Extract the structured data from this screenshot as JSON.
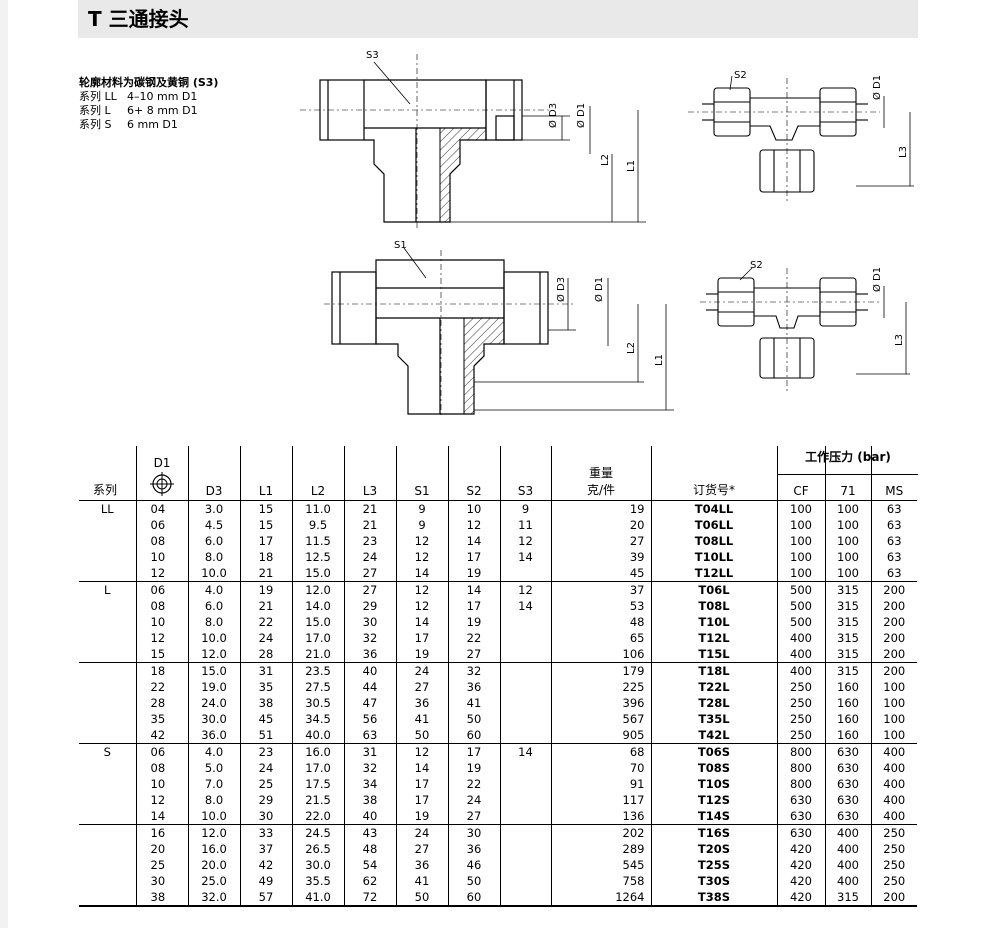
{
  "page": {
    "title": "T 三通接头"
  },
  "materials": {
    "title": "轮廓材料为碳钢及黄铜 (S3)",
    "rows": [
      {
        "series": "系列 LL",
        "range": "4–10 mm D1"
      },
      {
        "series": "系列 L",
        "range": "6+ 8 mm D1"
      },
      {
        "series": "系列 S",
        "range": "6 mm D1"
      }
    ]
  },
  "drawings": {
    "labels": {
      "s1": "S1",
      "s2": "S2",
      "s3": "S3",
      "d1": "Ø D1",
      "d3": "Ø D3",
      "l1": "L1",
      "l2": "L2",
      "l3": "L3"
    }
  },
  "table": {
    "pressure_header": "工作压力 (bar)",
    "headers": {
      "series": "系列",
      "d1": "D1",
      "d3": "D3",
      "l1": "L1",
      "l2": "L2",
      "l3": "L3",
      "s1": "S1",
      "s2": "S2",
      "s3": "S3",
      "weight_top": "重量",
      "weight_bottom": "克/件",
      "order": "订货号*",
      "cf": "CF",
      "p71": "71",
      "ms": "MS"
    },
    "groups": [
      {
        "series": "LL",
        "rows": [
          [
            "04",
            "3.0",
            "15",
            "11.0",
            "21",
            "9",
            "10",
            "9",
            "19",
            "T04LL",
            "100",
            "100",
            "63"
          ],
          [
            "06",
            "4.5",
            "15",
            "9.5",
            "21",
            "9",
            "12",
            "11",
            "20",
            "T06LL",
            "100",
            "100",
            "63"
          ],
          [
            "08",
            "6.0",
            "17",
            "11.5",
            "23",
            "12",
            "14",
            "12",
            "27",
            "T08LL",
            "100",
            "100",
            "63"
          ],
          [
            "10",
            "8.0",
            "18",
            "12.5",
            "24",
            "12",
            "17",
            "14",
            "39",
            "T10LL",
            "100",
            "100",
            "63"
          ],
          [
            "12",
            "10.0",
            "21",
            "15.0",
            "27",
            "14",
            "19",
            "",
            "45",
            "T12LL",
            "100",
            "100",
            "63"
          ]
        ]
      },
      {
        "series": "L",
        "rows": [
          [
            "06",
            "4.0",
            "19",
            "12.0",
            "27",
            "12",
            "14",
            "12",
            "37",
            "T06L",
            "500",
            "315",
            "200"
          ],
          [
            "08",
            "6.0",
            "21",
            "14.0",
            "29",
            "12",
            "17",
            "14",
            "53",
            "T08L",
            "500",
            "315",
            "200"
          ],
          [
            "10",
            "8.0",
            "22",
            "15.0",
            "30",
            "14",
            "19",
            "",
            "48",
            "T10L",
            "500",
            "315",
            "200"
          ],
          [
            "12",
            "10.0",
            "24",
            "17.0",
            "32",
            "17",
            "22",
            "",
            "65",
            "T12L",
            "400",
            "315",
            "200"
          ],
          [
            "15",
            "12.0",
            "28",
            "21.0",
            "36",
            "19",
            "27",
            "",
            "106",
            "T15L",
            "400",
            "315",
            "200"
          ]
        ]
      },
      {
        "series": "",
        "rows": [
          [
            "18",
            "15.0",
            "31",
            "23.5",
            "40",
            "24",
            "32",
            "",
            "179",
            "T18L",
            "400",
            "315",
            "200"
          ],
          [
            "22",
            "19.0",
            "35",
            "27.5",
            "44",
            "27",
            "36",
            "",
            "225",
            "T22L",
            "250",
            "160",
            "100"
          ],
          [
            "28",
            "24.0",
            "38",
            "30.5",
            "47",
            "36",
            "41",
            "",
            "396",
            "T28L",
            "250",
            "160",
            "100"
          ],
          [
            "35",
            "30.0",
            "45",
            "34.5",
            "56",
            "41",
            "50",
            "",
            "567",
            "T35L",
            "250",
            "160",
            "100"
          ],
          [
            "42",
            "36.0",
            "51",
            "40.0",
            "63",
            "50",
            "60",
            "",
            "905",
            "T42L",
            "250",
            "160",
            "100"
          ]
        ]
      },
      {
        "series": "S",
        "rows": [
          [
            "06",
            "4.0",
            "23",
            "16.0",
            "31",
            "12",
            "17",
            "14",
            "68",
            "T06S",
            "800",
            "630",
            "400"
          ],
          [
            "08",
            "5.0",
            "24",
            "17.0",
            "32",
            "14",
            "19",
            "",
            "70",
            "T08S",
            "800",
            "630",
            "400"
          ],
          [
            "10",
            "7.0",
            "25",
            "17.5",
            "34",
            "17",
            "22",
            "",
            "91",
            "T10S",
            "800",
            "630",
            "400"
          ],
          [
            "12",
            "8.0",
            "29",
            "21.5",
            "38",
            "17",
            "24",
            "",
            "117",
            "T12S",
            "630",
            "630",
            "400"
          ],
          [
            "14",
            "10.0",
            "30",
            "22.0",
            "40",
            "19",
            "27",
            "",
            "136",
            "T14S",
            "630",
            "630",
            "400"
          ]
        ]
      },
      {
        "series": "",
        "rows": [
          [
            "16",
            "12.0",
            "33",
            "24.5",
            "43",
            "24",
            "30",
            "",
            "202",
            "T16S",
            "630",
            "400",
            "250"
          ],
          [
            "20",
            "16.0",
            "37",
            "26.5",
            "48",
            "27",
            "36",
            "",
            "289",
            "T20S",
            "420",
            "400",
            "250"
          ],
          [
            "25",
            "20.0",
            "42",
            "30.0",
            "54",
            "36",
            "46",
            "",
            "545",
            "T25S",
            "420",
            "400",
            "250"
          ],
          [
            "30",
            "25.0",
            "49",
            "35.5",
            "62",
            "41",
            "50",
            "",
            "758",
            "T30S",
            "420",
            "400",
            "250"
          ],
          [
            "38",
            "32.0",
            "57",
            "41.0",
            "72",
            "50",
            "60",
            "",
            "1264",
            "T38S",
            "420",
            "315",
            "200"
          ]
        ]
      }
    ]
  }
}
